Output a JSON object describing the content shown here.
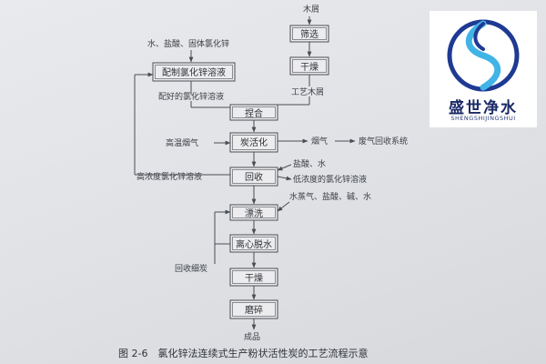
{
  "diagram": {
    "boxes": {
      "sieve": "筛选",
      "dry_wood": "干燥",
      "prepare_zncl2": "配制氯化锌溶液",
      "kneading": "捏合",
      "activation": "炭活化",
      "recovery": "回收",
      "rinse": "漂洗",
      "centrifuge": "离心脱水",
      "dry_product": "干燥",
      "grind": "磨碎"
    },
    "labels": {
      "sawdust": "木屑",
      "raw_inputs": "水、盐酸、固体氯化锌",
      "prepared_solution": "配好的氯化锌溶液",
      "process_sawdust": "工艺木屑",
      "hot_flue_gas": "高温烟气",
      "flue_gas": "烟气",
      "waste_gas_system": "废气回收系统",
      "hcl_water": "盐酸、水",
      "low_conc_zncl2": "低浓度的氯化锌溶液",
      "high_conc_zncl2": "高浓度氯化锌溶液",
      "wash_inputs": "水蒸气、盐酸、碱、水",
      "recovered_fines": "回收细炭",
      "product": "成品"
    },
    "caption": "图 2-6　氯化锌法连续式生产粉状活性炭的工艺流程示意"
  },
  "logo": {
    "name": "盛世净水",
    "pinyin": "SHENGSHIJINGSHUI"
  },
  "colors": {
    "line": "#4a4d52",
    "box_fill": "#ececee",
    "logo_blue": "#1f3a93",
    "logo_cyan": "#41b4e6"
  }
}
